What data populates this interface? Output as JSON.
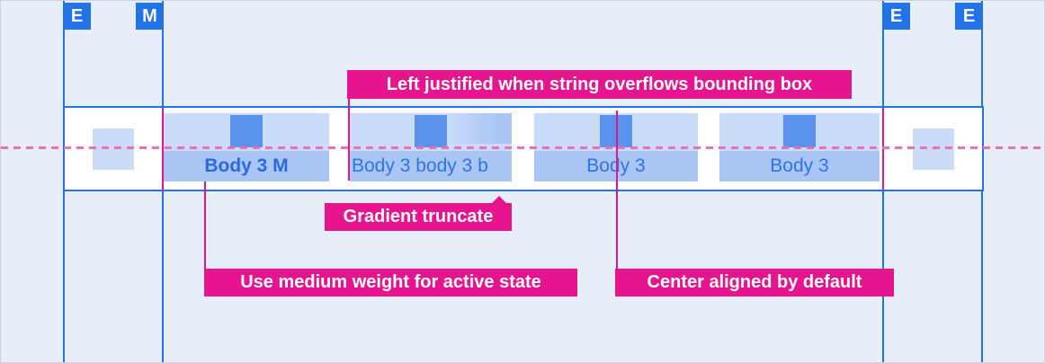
{
  "colors": {
    "background": "#e8edfa",
    "guide_blue": "#2272e8",
    "icon_square_blue": "#5b92ee",
    "placeholder_light_blue": "#cbdcf8",
    "label_bg_blue": "#a9c5f4",
    "tab_text_blue": "#2e74e4",
    "annotation_magenta": "#e6148f",
    "dashed_centerline_pink": "#ee6eb4",
    "bar_background": "#ffffff"
  },
  "ruler_markers": [
    {
      "label": "E"
    },
    {
      "label": "M"
    },
    {
      "label": "E"
    },
    {
      "label": "E"
    }
  ],
  "tabbar": {
    "tabs": [
      {
        "label": "Body 3 M",
        "state": "active",
        "alignment": "center",
        "truncation": "none"
      },
      {
        "label": "Body 3 body 3 b",
        "state": "default",
        "alignment": "left",
        "truncation": "gradient"
      },
      {
        "label": "Body 3",
        "state": "default",
        "alignment": "center",
        "truncation": "none"
      },
      {
        "label": "Body 3",
        "state": "default",
        "alignment": "center",
        "truncation": "none"
      }
    ]
  },
  "annotations": {
    "left_justified": "Left justified when string overflows bounding box",
    "gradient_truncate": "Gradient truncate",
    "medium_weight": "Use medium weight for active state",
    "center_aligned": "Center aligned by default"
  }
}
